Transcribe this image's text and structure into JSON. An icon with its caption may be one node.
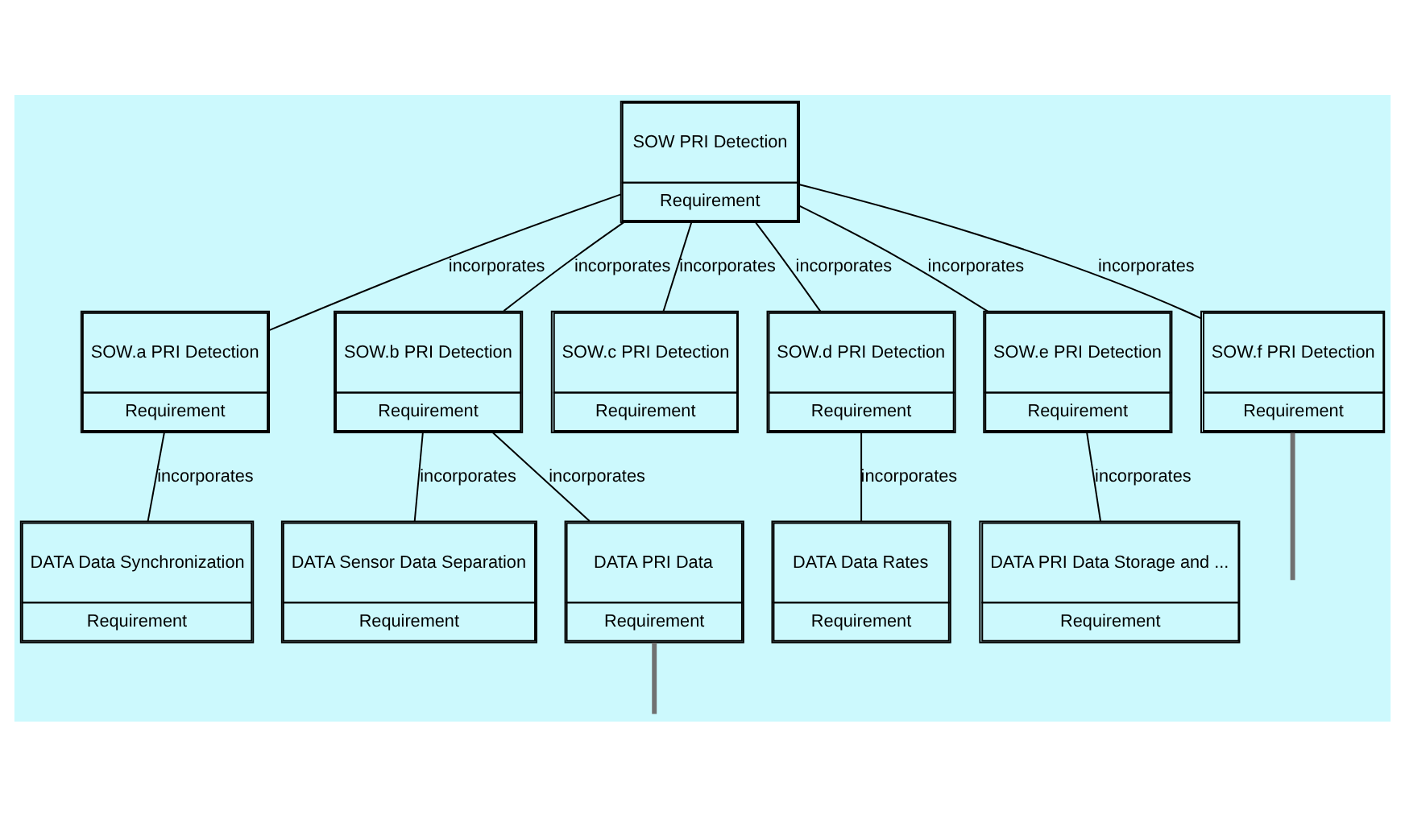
{
  "diagram": {
    "nodes": [
      {
        "text": [
          "SOW PRI Detection",
          "Requirement"
        ]
      },
      {
        "text": [
          "SOW.a PRI Detection",
          "Requirement"
        ]
      },
      {
        "text": [
          "SOW.b PRI Detection",
          "Requirement"
        ]
      },
      {
        "text": [
          "SOW.c PRI Detection",
          "Requirement"
        ]
      },
      {
        "text": [
          "SOW.d PRI Detection",
          "Requirement"
        ]
      },
      {
        "text": [
          "SOW.e PRI Detection",
          "Requirement"
        ]
      },
      {
        "text": [
          "SOW.f PRI Detection",
          "Requirement"
        ]
      },
      {
        "text": [
          "DATA Data Synchronization",
          "Requirement"
        ]
      },
      {
        "text": [
          "DATA Sensor Data Separation",
          "Requirement"
        ]
      },
      {
        "text": [
          "DATA PRI Data",
          "Requirement"
        ]
      },
      {
        "text": [
          "DATA Data Rates",
          "Requirement"
        ]
      },
      {
        "text": [
          "DATA PRI Data Storage and ...",
          "Requirement"
        ]
      }
    ],
    "edges": [
      {
        "from": 0,
        "to": 1,
        "arrow": "none",
        "label": "incorporates"
      },
      {
        "from": 0,
        "to": 2,
        "arrow": "none",
        "label": "incorporates"
      },
      {
        "from": 0,
        "to": 3,
        "arrow": "none",
        "label": "incorporates"
      },
      {
        "from": 0,
        "to": 4,
        "arrow": "none",
        "label": "incorporates"
      },
      {
        "from": 0,
        "to": 5,
        "arrow": "none",
        "label": "incorporates"
      },
      {
        "from": 0,
        "to": 6,
        "arrow": "none",
        "label": "incorporates"
      },
      {
        "from": 1,
        "to": 7,
        "arrow": "none",
        "label": "incorporates"
      },
      {
        "from": 2,
        "to": 8,
        "arrow": "none",
        "label": "incorporates"
      },
      {
        "from": 2,
        "to": 9,
        "arrow": "none",
        "label": "incorporates"
      },
      {
        "from": 4,
        "to": 10,
        "arrow": "none",
        "label": "incorporates"
      },
      {
        "from": 5,
        "to": 11,
        "arrow": "none",
        "label": "incorporates"
      },
      {
        "from": 9,
        "to": null,
        "arrow": "none",
        "style": "thick",
        "color": "#707070"
      },
      {
        "from": 6,
        "to": null,
        "arrow": "none",
        "style": "thick",
        "color": "#707070"
      }
    ]
  }
}
